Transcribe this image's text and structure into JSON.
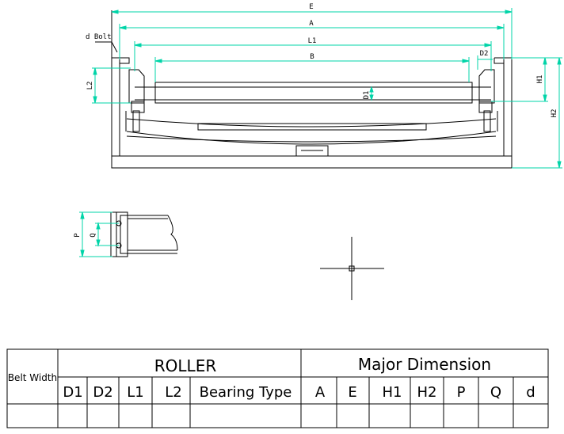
{
  "colors": {
    "line": "#000000",
    "dimension": "#00d4a8",
    "background": "#ffffff"
  },
  "front_view": {
    "dimensions": {
      "E": "E",
      "A": "A",
      "L1": "L1",
      "B": "B",
      "D2": "D2",
      "H1": "H1",
      "H2": "H2",
      "L2": "L2",
      "D1": "D1"
    },
    "bolt_label": "d Bolt"
  },
  "side_view": {
    "P": "P",
    "Q": "Q"
  },
  "table": {
    "belt_width": "Belt Width",
    "roller": "ROLLER",
    "major_dimension": "Major Dimension",
    "roller_cols": [
      "D1",
      "D2",
      "L1",
      "L2",
      "Bearing Type"
    ],
    "major_cols": [
      "A",
      "E",
      "H1",
      "H2",
      "P",
      "Q",
      "d"
    ]
  }
}
